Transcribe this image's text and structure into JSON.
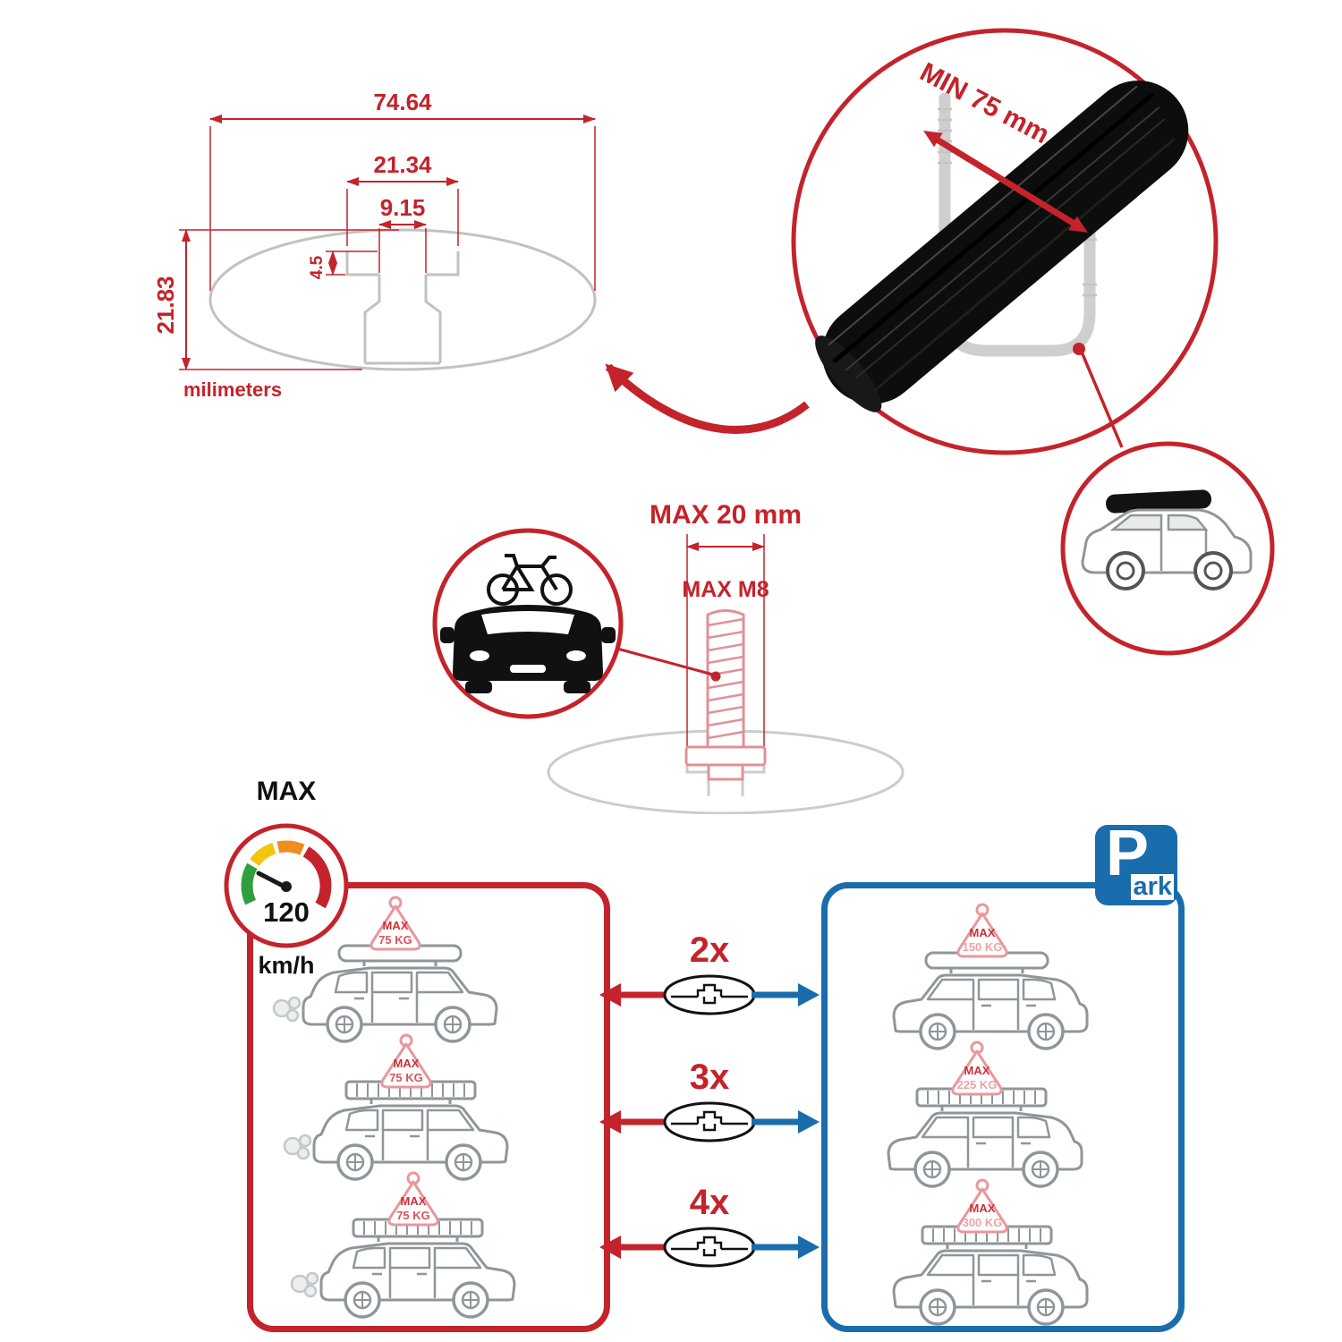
{
  "profile_dimensions": {
    "outer_width": "74.64",
    "channel_width": "21.34",
    "slot_width": "9.15",
    "step_depth": "4.5",
    "profile_height": "21.83",
    "units_label": "milimeters"
  },
  "crossbar_detail": {
    "min_span": "MIN 75 mm"
  },
  "bolt_detail": {
    "max_width": "MAX 20 mm",
    "max_thread": "MAX M8"
  },
  "speed_limit": {
    "label": "MAX",
    "value": "120",
    "units": "km/h"
  },
  "drive_panel": {
    "cars": [
      {
        "tag_label": "MAX",
        "tag_weight": "75 KG"
      },
      {
        "tag_label": "MAX",
        "tag_weight": "75 KG"
      },
      {
        "tag_label": "MAX",
        "tag_weight": "75 KG"
      }
    ]
  },
  "park_panel": {
    "sign_letter": "P",
    "sign_suffix": "ark",
    "cars": [
      {
        "tag_label": "MAX",
        "tag_weight": "150 KG"
      },
      {
        "tag_label": "MAX",
        "tag_weight": "225 KG"
      },
      {
        "tag_label": "MAX",
        "tag_weight": "300 KG"
      }
    ]
  },
  "bar_counts": [
    {
      "label": "2x"
    },
    {
      "label": "3x"
    },
    {
      "label": "4x"
    }
  ],
  "colors": {
    "red": "#c4232b",
    "blue": "#1a6dad",
    "pink_outline": "#e8989d",
    "gray_outline": "#8f969a"
  }
}
